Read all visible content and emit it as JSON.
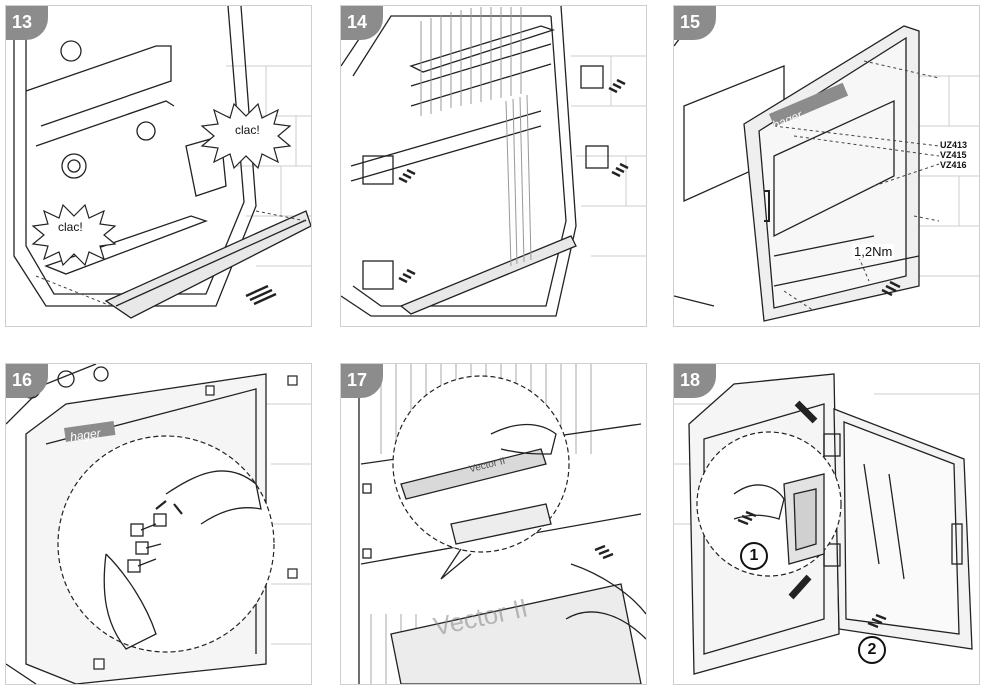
{
  "steps": [
    {
      "number": "13",
      "callout_1": "clac!",
      "callout_2": "clac!"
    },
    {
      "number": "14"
    },
    {
      "number": "15",
      "brand": "hager",
      "codes": [
        "UZ413",
        "VZ415",
        "VZ416"
      ],
      "torque": "1,2Nm"
    },
    {
      "number": "16",
      "brand": "hager"
    },
    {
      "number": "17",
      "label_strip": "Vector II",
      "label_film": "Vector II"
    },
    {
      "number": "18",
      "sequence": [
        "1",
        "2"
      ]
    }
  ],
  "colors": {
    "badge": "#8c8c8c",
    "line": "#222222",
    "wall": "#cfcfcf"
  }
}
